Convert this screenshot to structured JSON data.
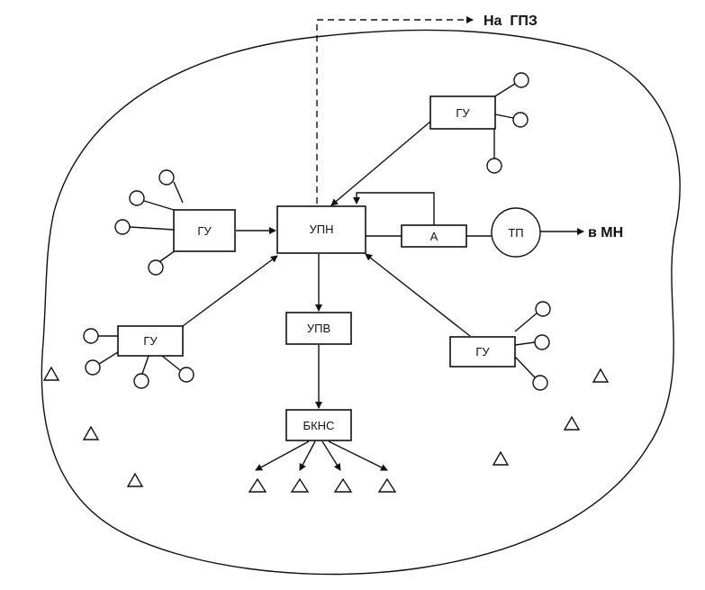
{
  "labels": {
    "upn": "УПН",
    "gu": "ГУ",
    "a": "А",
    "tp": "ТП",
    "upv": "УПВ",
    "bkns": "БКНС",
    "gpz": "На  ГПЗ",
    "mn": "в МН"
  },
  "colors": {
    "ink": "#111111",
    "paper": "#ffffff"
  }
}
